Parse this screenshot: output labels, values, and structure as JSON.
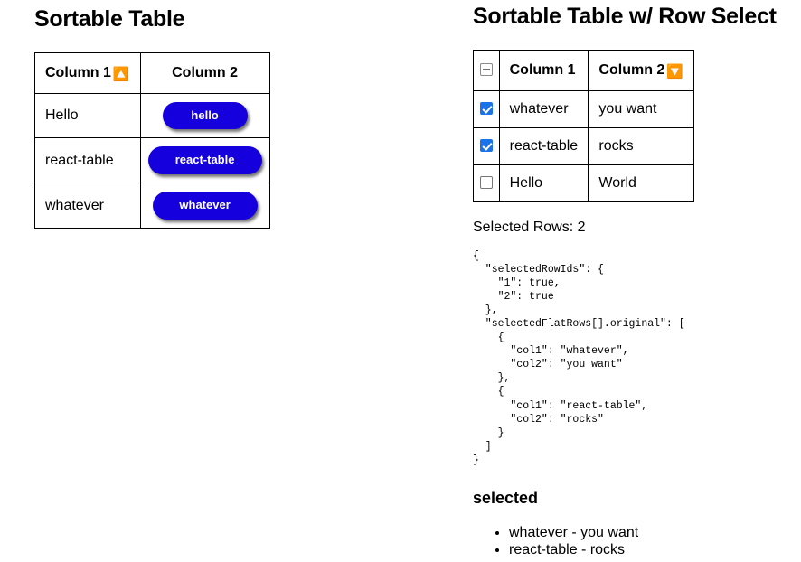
{
  "left_panel": {
    "title": "Sortable Table",
    "table": {
      "headers": [
        {
          "label": "Column 1",
          "sort_icon": "🔼",
          "sort_icon_name": "sort-ascending-icon"
        },
        {
          "label": "Column 2",
          "sort_icon": "",
          "sort_icon_name": ""
        }
      ],
      "rows": [
        {
          "col1": "Hello",
          "button_label": "hello"
        },
        {
          "col1": "react-table",
          "button_label": "react-table"
        },
        {
          "col1": "whatever",
          "button_label": "whatever"
        }
      ]
    },
    "button_color": "#1500dd",
    "button_text_color": "#ffffff"
  },
  "right_panel": {
    "title": "Sortable Table w/ Row Select",
    "table": {
      "headers": [
        {
          "label": "",
          "select_state": "indeterminate"
        },
        {
          "label": "Column 1",
          "sort_icon": "",
          "sort_icon_name": ""
        },
        {
          "label": "Column 2",
          "sort_icon": "🔽",
          "sort_icon_name": "sort-descending-icon"
        }
      ],
      "rows": [
        {
          "checked": true,
          "col1": "whatever",
          "col2": "you want"
        },
        {
          "checked": true,
          "col1": "react-table",
          "col2": "rocks"
        },
        {
          "checked": false,
          "col1": "Hello",
          "col2": "World"
        }
      ]
    },
    "selected_rows_label": "Selected Rows: 2",
    "state_json": "{\n  \"selectedRowIds\": {\n    \"1\": true,\n    \"2\": true\n  },\n  \"selectedFlatRows[].original\": [\n    {\n      \"col1\": \"whatever\",\n      \"col2\": \"you want\"\n    },\n    {\n      \"col1\": \"react-table\",\n      \"col2\": \"rocks\"\n    }\n  ]\n}",
    "selected_heading": "selected",
    "selected_items": [
      "whatever - you want",
      "react-table - rocks"
    ],
    "checkbox_checked_color": "#1a73e8"
  }
}
